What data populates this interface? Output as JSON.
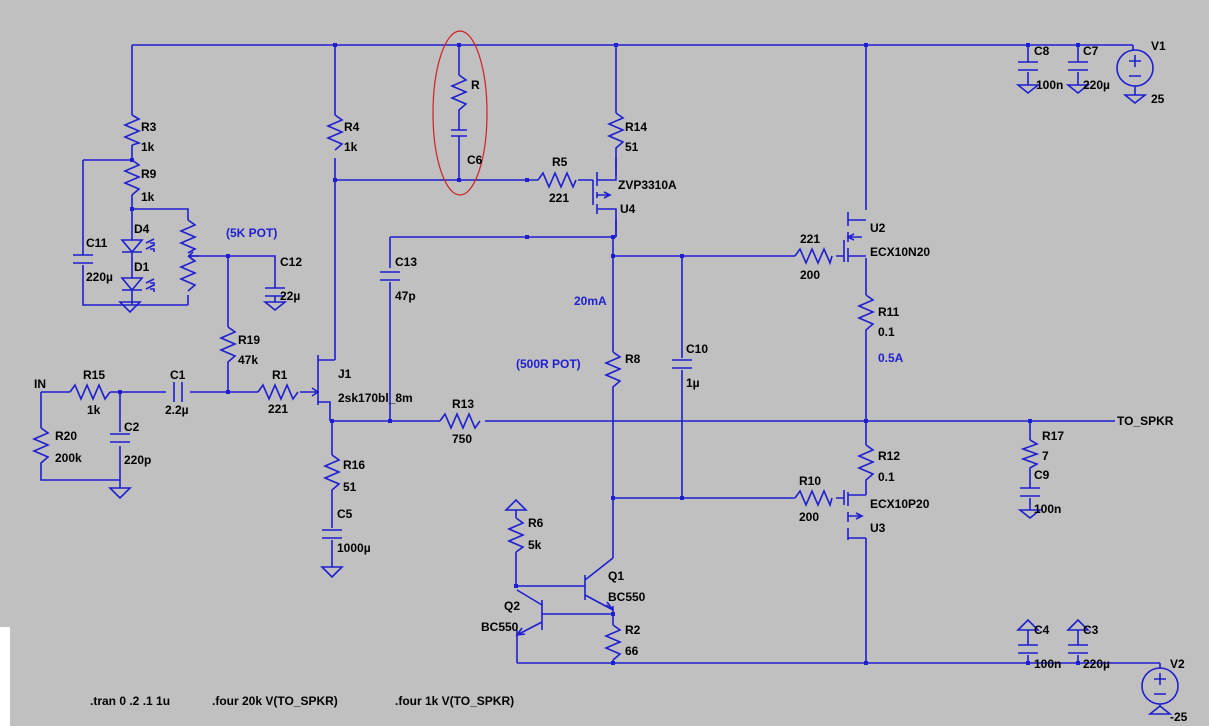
{
  "components": {
    "R3": {
      "name": "R3",
      "value": "1k"
    },
    "R9": {
      "name": "R9",
      "value": "1k"
    },
    "R4": {
      "name": "R4",
      "value": "1k"
    },
    "R": {
      "name": "R"
    },
    "C6": {
      "name": "C6"
    },
    "R14": {
      "name": "R14",
      "value": "51"
    },
    "R5": {
      "name": "R5",
      "value": "221"
    },
    "U4": {
      "name": "U4",
      "part": "ZVP3310A"
    },
    "C8": {
      "name": "C8",
      "value": "100n"
    },
    "C7": {
      "name": "C7",
      "value": "220µ"
    },
    "V1": {
      "name": "V1",
      "value": "25"
    },
    "C11": {
      "name": "C11",
      "value": "220µ"
    },
    "D4": {
      "name": "D4"
    },
    "D1": {
      "name": "D1"
    },
    "C12": {
      "name": "C12",
      "value": "22µ"
    },
    "C13": {
      "name": "C13",
      "value": "47p"
    },
    "U2": {
      "name": "U2",
      "part": "ECX10N20"
    },
    "R_U2": {
      "value": "221"
    },
    "R_U2b": {
      "value": "200"
    },
    "R11": {
      "name": "R11",
      "value": "0.1"
    },
    "R19": {
      "name": "R19",
      "value": "47k"
    },
    "R8": {
      "name": "R8"
    },
    "C10": {
      "name": "C10",
      "value": "1µ"
    },
    "R15": {
      "name": "R15",
      "value": "1k"
    },
    "C1": {
      "name": "C1",
      "value": "2.2µ"
    },
    "R1": {
      "name": "R1",
      "value": "221"
    },
    "J1": {
      "name": "J1",
      "part": "2sk170bl_8m"
    },
    "R13": {
      "name": "R13",
      "value": "750"
    },
    "R20": {
      "name": "R20",
      "value": "200k"
    },
    "C2": {
      "name": "C2",
      "value": "220p"
    },
    "R16": {
      "name": "R16",
      "value": "51"
    },
    "C5": {
      "name": "C5",
      "value": "1000µ"
    },
    "R12": {
      "name": "R12",
      "value": "0.1"
    },
    "R17": {
      "name": "R17",
      "value": "7"
    },
    "C9": {
      "name": "C9",
      "value": "100n"
    },
    "R10": {
      "name": "R10",
      "value": "200"
    },
    "U3": {
      "name": "U3",
      "part": "ECX10P20"
    },
    "R6": {
      "name": "R6",
      "value": "5k"
    },
    "Q1": {
      "name": "Q1",
      "part": "BC550"
    },
    "Q2": {
      "name": "Q2",
      "part": "BC550"
    },
    "R2": {
      "name": "R2",
      "value": "66"
    },
    "C4": {
      "name": "C4",
      "value": "100n"
    },
    "C3": {
      "name": "C3",
      "value": "220µ"
    },
    "V2": {
      "name": "V2",
      "value": "-25"
    }
  },
  "nets": {
    "input": "IN",
    "output": "TO_SPKR"
  },
  "notes": {
    "pot5k": "(5K POT)",
    "pot500": "(500R POT)",
    "current_20ma": "20mA",
    "current_05a": "0.5A"
  },
  "directives": {
    "tran": ".tran 0 .2 .1 1u",
    "four20k": ".four 20k V(TO_SPKR)",
    "four1k": ".four 1k V(TO_SPKR)"
  },
  "colors": {
    "background": "#c0c0c0",
    "wire": "#1f1fd0",
    "highlight": "#d02020",
    "annotation": "#2020d0"
  }
}
